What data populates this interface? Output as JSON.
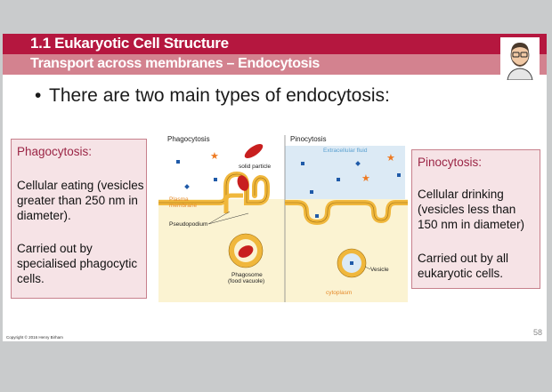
{
  "header": {
    "title": "1.1 Eukaryotic Cell Structure",
    "subtitle": "Transport across membranes – Endocytosis"
  },
  "main": {
    "bullet": "There are two main types of endocytosis:"
  },
  "phagocytosis_box": {
    "heading": "Phagocytosis:",
    "para1_lines": [
      "Cellular eating (vesicles",
      "greater than 250 nm in",
      "diameter)."
    ],
    "para2_lines": [
      "Carried out by",
      "specialised phagocytic",
      "cells."
    ]
  },
  "pinocytosis_box": {
    "heading": "Pinocytosis:",
    "para1_lines": [
      "Cellular drinking",
      "(vesicles less than",
      "150 nm in diameter)"
    ],
    "para2_lines": [
      "Carried out by all",
      "eukaryotic cells."
    ]
  },
  "diagram": {
    "phagocytosis_label": "Phagocytosis",
    "pinocytosis_label": "Pinocytosis",
    "solid_particle": "solid particle",
    "plasma_membrane_lines": [
      "Plasma",
      "membrane"
    ],
    "pseudopodium": "Pseudopodium",
    "phagosome_lines": [
      "Phagosome",
      "(food vacuole)"
    ],
    "extracellular_fluid": "Extracellular fluid",
    "vesicle": "Vesicle",
    "cytoplasm": "cytoplasm",
    "colors": {
      "membrane": "#f0b73c",
      "membrane_outline": "#9a6b10",
      "particle": "#c81f1f",
      "extracellular": "#dceaf5",
      "cytoplasm": "#fbf3d2",
      "molecule_blue": "#1f5aa8",
      "molecule_orange": "#ee7a22",
      "label_orange": "#e58a2a",
      "label_blue": "#5aa0d0"
    }
  },
  "footer": {
    "copyright": "Copyright © 2016 Henry Birham",
    "page_number": "58"
  },
  "colors": {
    "title_band": "#b5173f",
    "subtitle_band": "#d3828f",
    "box_fill": "#f6e3e6",
    "box_heading": "#9b2545"
  }
}
